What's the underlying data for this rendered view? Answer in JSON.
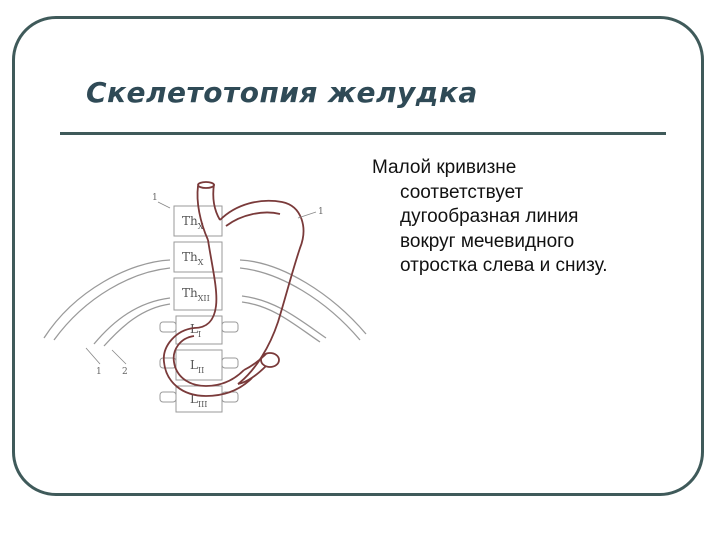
{
  "slide": {
    "title": "Скелетотопия желудка",
    "body_first": "Малой кривизне",
    "body_lines": [
      "соответствует",
      "дугообразная линия",
      "вокруг мечевидного",
      "отростка слева и снизу."
    ]
  },
  "figure": {
    "vertebra_labels": [
      "Th",
      "Th",
      "Th",
      "L",
      "L",
      "L"
    ],
    "vertebra_subscripts": [
      "X",
      "X",
      "XII",
      "I",
      "II",
      "III"
    ],
    "callouts": [
      "1",
      "1",
      "1",
      "2"
    ]
  },
  "colors": {
    "frame": "#3f5a5a",
    "title": "#2f4a56",
    "stomach": "#7a3a3a",
    "bone": "#9a9a9a"
  }
}
